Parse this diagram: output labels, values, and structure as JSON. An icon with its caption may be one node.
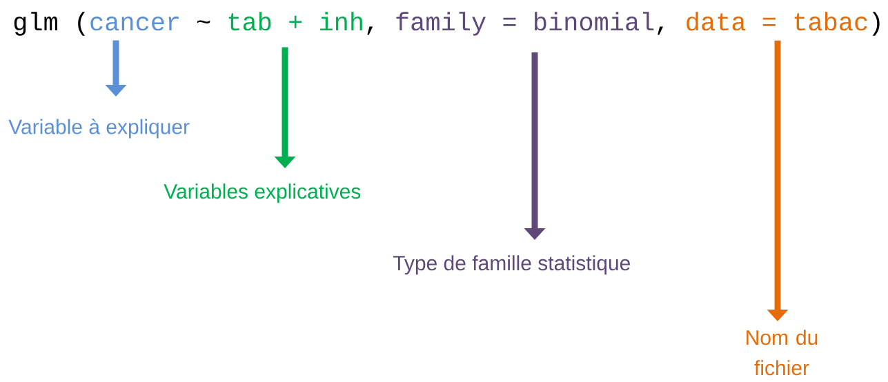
{
  "diagram": {
    "nodes": [
      {
        "text": [
          "cancer"
        ]
      },
      {
        "text": [
          "tab + inh"
        ]
      },
      {
        "text": [
          "family = binomial"
        ]
      },
      {
        "text": [
          "data = tabac"
        ]
      },
      {
        "text": [
          "Variable à expliquer"
        ]
      },
      {
        "text": [
          "Variables explicatives"
        ]
      },
      {
        "text": [
          "Type de famille statistique"
        ]
      },
      {
        "text": [
          "Nom du fichier"
        ]
      }
    ],
    "edges": [
      {
        "from": 0,
        "to": 4,
        "arrow": "to",
        "color": "#5b8fd6"
      },
      {
        "from": 1,
        "to": 5,
        "arrow": "to",
        "color": "#00b050"
      },
      {
        "from": 2,
        "to": 6,
        "arrow": "to",
        "color": "#5f497a"
      },
      {
        "from": 3,
        "to": 7,
        "arrow": "to",
        "color": "#e46c0a"
      }
    ],
    "labels": [
      "glm (",
      "~",
      ",",
      ",",
      ")"
    ]
  }
}
